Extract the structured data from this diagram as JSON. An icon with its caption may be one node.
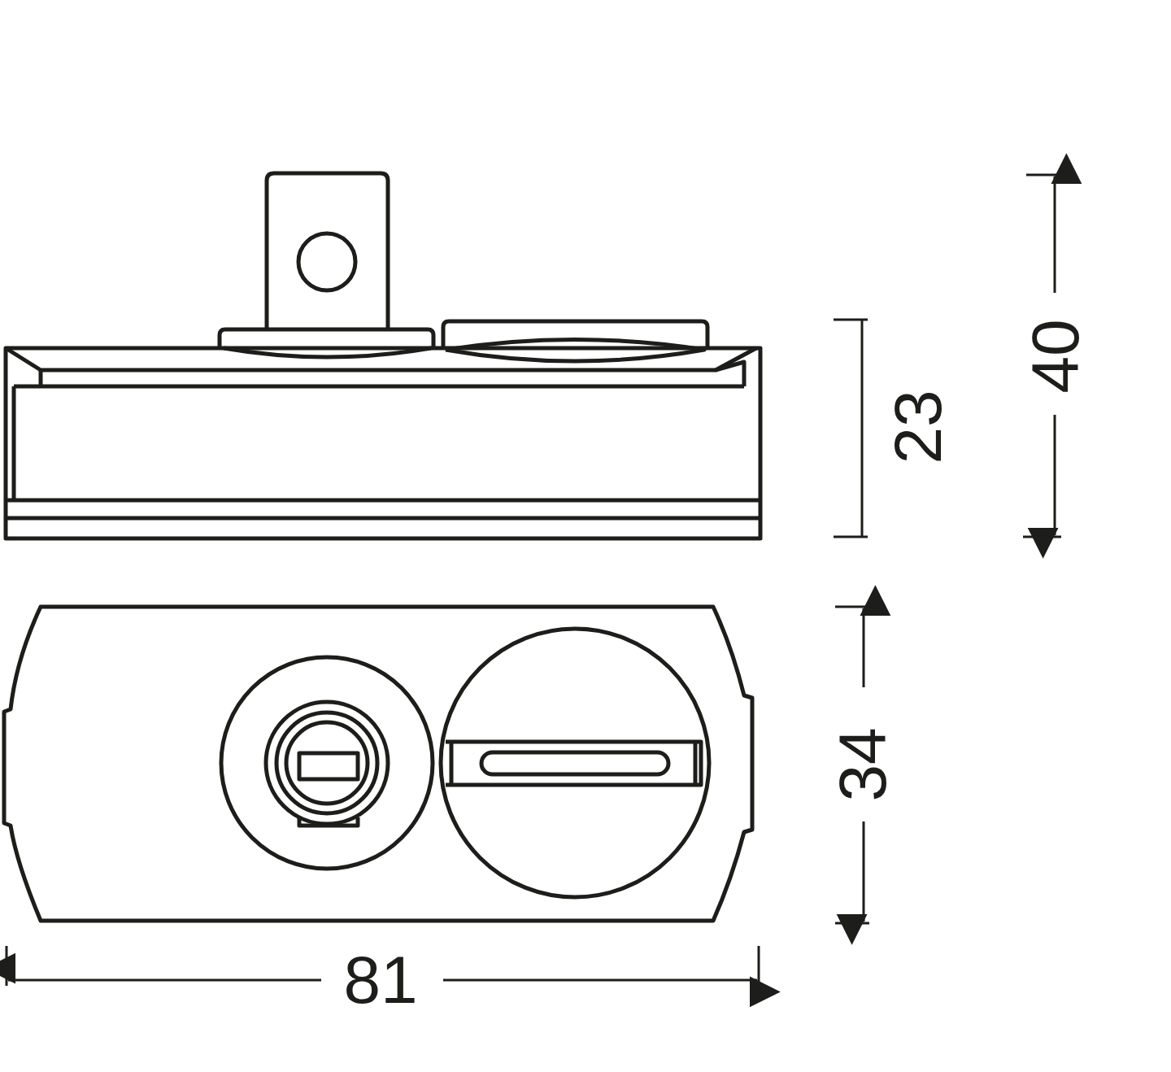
{
  "diagram": {
    "labels": [
      "40",
      "23",
      "34",
      "81"
    ]
  }
}
